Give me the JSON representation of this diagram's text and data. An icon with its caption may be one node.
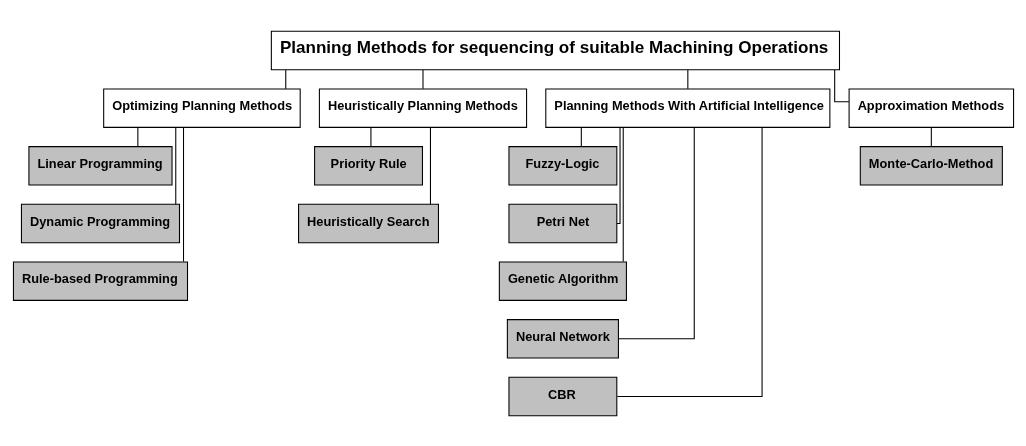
{
  "diagram": {
    "nodes": [
      {
        "text": [
          "Planning Methods for sequencing of suitable Machining Operations"
        ]
      },
      {
        "text": [
          "Optimizing Planning Methods"
        ]
      },
      {
        "text": [
          "Heuristically Planning Methods"
        ]
      },
      {
        "text": [
          "Planning Methods With Artificial Intelligence"
        ]
      },
      {
        "text": [
          "Approximation Methods"
        ]
      },
      {
        "text": [
          "Linear Programming"
        ]
      },
      {
        "text": [
          "Dynamic Programming"
        ]
      },
      {
        "text": [
          "Rule-based Programming"
        ]
      },
      {
        "text": [
          "Priority Rule"
        ]
      },
      {
        "text": [
          "Heuristically Search"
        ]
      },
      {
        "text": [
          "Fuzzy-Logic"
        ]
      },
      {
        "text": [
          "Petri Net"
        ]
      },
      {
        "text": [
          "Genetic Algorithm"
        ]
      },
      {
        "text": [
          "Neural Network"
        ]
      },
      {
        "text": [
          "CBR"
        ]
      },
      {
        "text": [
          "Monte-Carlo-Method"
        ]
      }
    ],
    "edges": [
      {
        "from": 0,
        "to": 1,
        "arrow": "none"
      },
      {
        "from": 0,
        "to": 2,
        "arrow": "none"
      },
      {
        "from": 0,
        "to": 3,
        "arrow": "none"
      },
      {
        "from": 0,
        "to": 4,
        "arrow": "none"
      },
      {
        "from": 1,
        "to": 5,
        "arrow": "none"
      },
      {
        "from": 1,
        "to": 6,
        "arrow": "none"
      },
      {
        "from": 1,
        "to": 7,
        "arrow": "none"
      },
      {
        "from": 2,
        "to": 8,
        "arrow": "none"
      },
      {
        "from": 2,
        "to": 9,
        "arrow": "none"
      },
      {
        "from": 3,
        "to": 10,
        "arrow": "none"
      },
      {
        "from": 3,
        "to": 11,
        "arrow": "none"
      },
      {
        "from": 3,
        "to": 12,
        "arrow": "none"
      },
      {
        "from": 3,
        "to": 13,
        "arrow": "none"
      },
      {
        "from": 3,
        "to": 14,
        "arrow": "none"
      },
      {
        "from": 4,
        "to": 15,
        "arrow": "none"
      }
    ]
  }
}
